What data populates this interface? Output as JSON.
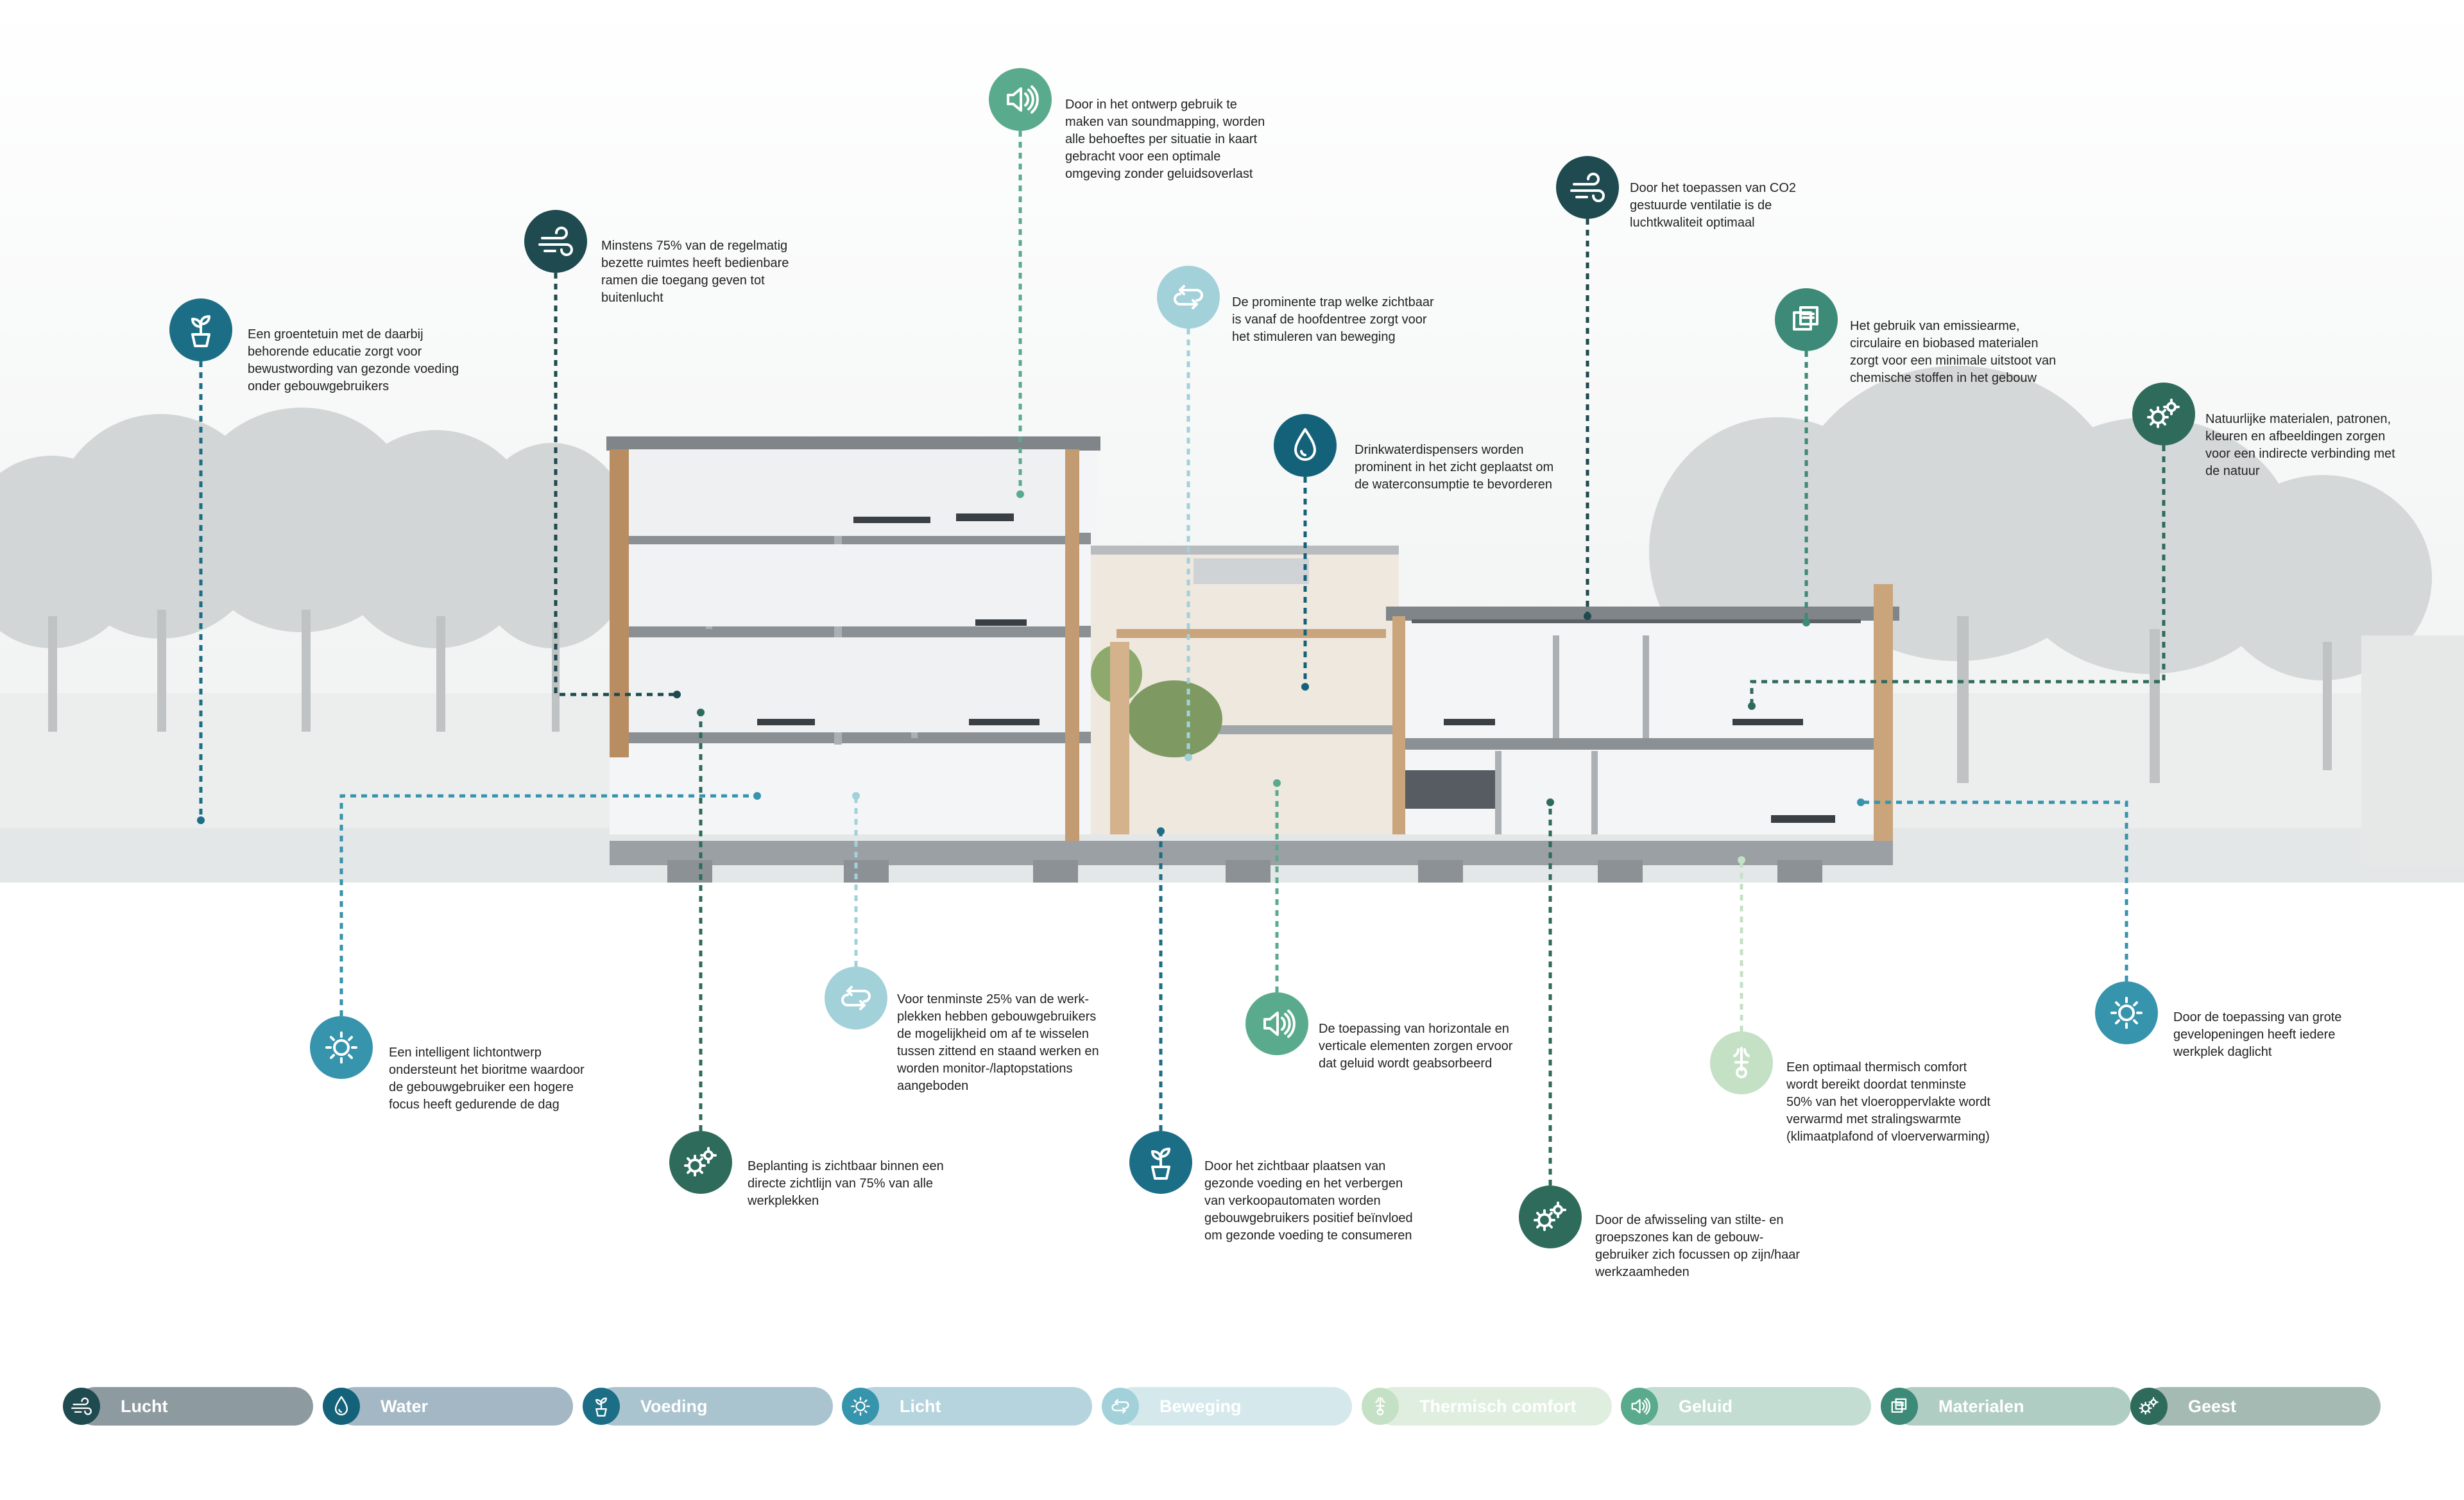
{
  "colors": {
    "lucht": "#1f4a4f",
    "water": "#14627a",
    "voeding": "#1b6e86",
    "licht": "#3794ad",
    "beweging": "#a2d1da",
    "thermisch": "#c4e0c5",
    "geluid": "#5aab8e",
    "materialen": "#3c8a77",
    "geest": "#2f6b5b"
  },
  "annotations": [
    {
      "id": "a1",
      "category": "geluid",
      "icon": "speaker-icon",
      "text": "Door in het ontwerp gebruik te\nmaken van soundmapping, worden\nalle behoeftes per situatie in kaart\ngebracht voor een optimale\nomgeving zonder geluidsoverlast"
    },
    {
      "id": "a2",
      "category": "lucht",
      "icon": "wind-icon",
      "text": "Door het toepassen van CO2\ngestuurde ventilatie is de\nluchtkwaliteit optimaal"
    },
    {
      "id": "a3",
      "category": "lucht",
      "icon": "wind-icon",
      "text": "Minstens 75% van de regelmatig\nbezette ruimtes heeft bedienbare\nramen die toegang geven tot\nbuitenlucht"
    },
    {
      "id": "a4",
      "category": "beweging",
      "icon": "arrows-icon",
      "text": "De prominente trap welke zichtbaar\nis vanaf de hoofdentree zorgt voor\nhet stimuleren van beweging"
    },
    {
      "id": "a5",
      "category": "materialen",
      "icon": "layers-icon",
      "text": "Het gebruik van emissiearme,\ncirculaire en biobased materialen\nzorgt voor een minimale uitstoot van\nchemische stoffen in het gebouw"
    },
    {
      "id": "a6",
      "category": "voeding",
      "icon": "plant-pot-icon",
      "text": "Een groentetuin met de daarbij\nbehorende educatie zorgt voor\nbewustwording van gezonde voeding\nonder gebouwgebruikers"
    },
    {
      "id": "a7",
      "category": "geest",
      "icon": "gears-icon",
      "text": "Natuurlijke materialen, patronen,\nkleuren en afbeeldingen zorgen\nvoor een indirecte verbinding met\nde natuur"
    },
    {
      "id": "a8",
      "category": "water",
      "icon": "droplet-icon",
      "text": "Drinkwaterdispensers worden\nprominent in het zicht geplaatst om\nde waterconsumptie te bevorderen"
    },
    {
      "id": "a9",
      "category": "beweging",
      "icon": "arrows-icon",
      "text": "Voor tenminste 25% van de werk-\nplekken hebben gebouwgebruikers\nde mogelijkheid om af te wisselen\ntussen zittend en staand werken en\nworden monitor-/laptopstations\naangeboden"
    },
    {
      "id": "a10",
      "category": "geluid",
      "icon": "speaker-icon",
      "text": "De toepassing van horizontale en\nverticale elementen zorgen ervoor\ndat geluid wordt geabsorbeerd"
    },
    {
      "id": "a11",
      "category": "licht",
      "icon": "sun-icon",
      "text": "Door de toepassing van grote\ngevelopeningen heeft iedere\nwerkplek daglicht"
    },
    {
      "id": "a12",
      "category": "licht",
      "icon": "sun-icon",
      "text": "Een intelligent lichtontwerp\nondersteunt het bioritme waardoor\nde gebouwgebruiker een hogere\nfocus heeft gedurende de dag"
    },
    {
      "id": "a13",
      "category": "thermisch",
      "icon": "thermometer-icon",
      "text": "Een optimaal thermisch comfort\nwordt bereikt doordat tenminste\n50% van het vloeroppervlakte wordt\nverwarmd met stralingswarmte\n(klimaatplafond of vloerverwarming)"
    },
    {
      "id": "a14",
      "category": "geest",
      "icon": "gears-icon",
      "text": "Beplanting is zichtbaar binnen een\ndirecte zichtlijn van 75% van alle\nwerkplekken"
    },
    {
      "id": "a15",
      "category": "voeding",
      "icon": "plant-pot-icon",
      "text": "Door het zichtbaar plaatsen van\ngezonde voeding en het verbergen\nvan verkoopautomaten worden\ngebouwgebruikers positief beïnvloed\nom gezonde voeding te consumeren"
    },
    {
      "id": "a16",
      "category": "geest",
      "icon": "gears-icon",
      "text": "Door de afwisseling van stilte- en\ngroepszones kan de gebouw-\ngebruiker zich focussen op zijn/haar\nwerkzaamheden"
    }
  ],
  "legend": [
    {
      "id": "lucht",
      "label": "Lucht",
      "icon": "wind-icon",
      "circle": "#1f4a4f",
      "fill": "#8d9aa0"
    },
    {
      "id": "water",
      "label": "Water",
      "icon": "droplet-icon",
      "circle": "#14627a",
      "fill": "#a3b8c4"
    },
    {
      "id": "voeding",
      "label": "Voeding",
      "icon": "plant-pot-icon",
      "circle": "#1b6e86",
      "fill": "#a9c3cf"
    },
    {
      "id": "licht",
      "label": "Licht",
      "icon": "sun-icon",
      "circle": "#3794ad",
      "fill": "#b6d4de"
    },
    {
      "id": "beweging",
      "label": "Beweging",
      "icon": "arrows-icon",
      "circle": "#a2d1da",
      "fill": "#d5e9ed"
    },
    {
      "id": "thermisch",
      "label": "Thermisch comfort",
      "icon": "thermometer-icon",
      "circle": "#c4e0c5",
      "fill": "#e0eee0"
    },
    {
      "id": "geluid",
      "label": "Geluid",
      "icon": "speaker-icon",
      "circle": "#5aab8e",
      "fill": "#c3ddd2"
    },
    {
      "id": "materialen",
      "label": "Materialen",
      "icon": "layers-icon",
      "circle": "#3c8a77",
      "fill": "#b0cdc4"
    },
    {
      "id": "geest",
      "label": "Geest",
      "icon": "gears-icon",
      "circle": "#2f6b5b",
      "fill": "#a4bab3"
    }
  ]
}
